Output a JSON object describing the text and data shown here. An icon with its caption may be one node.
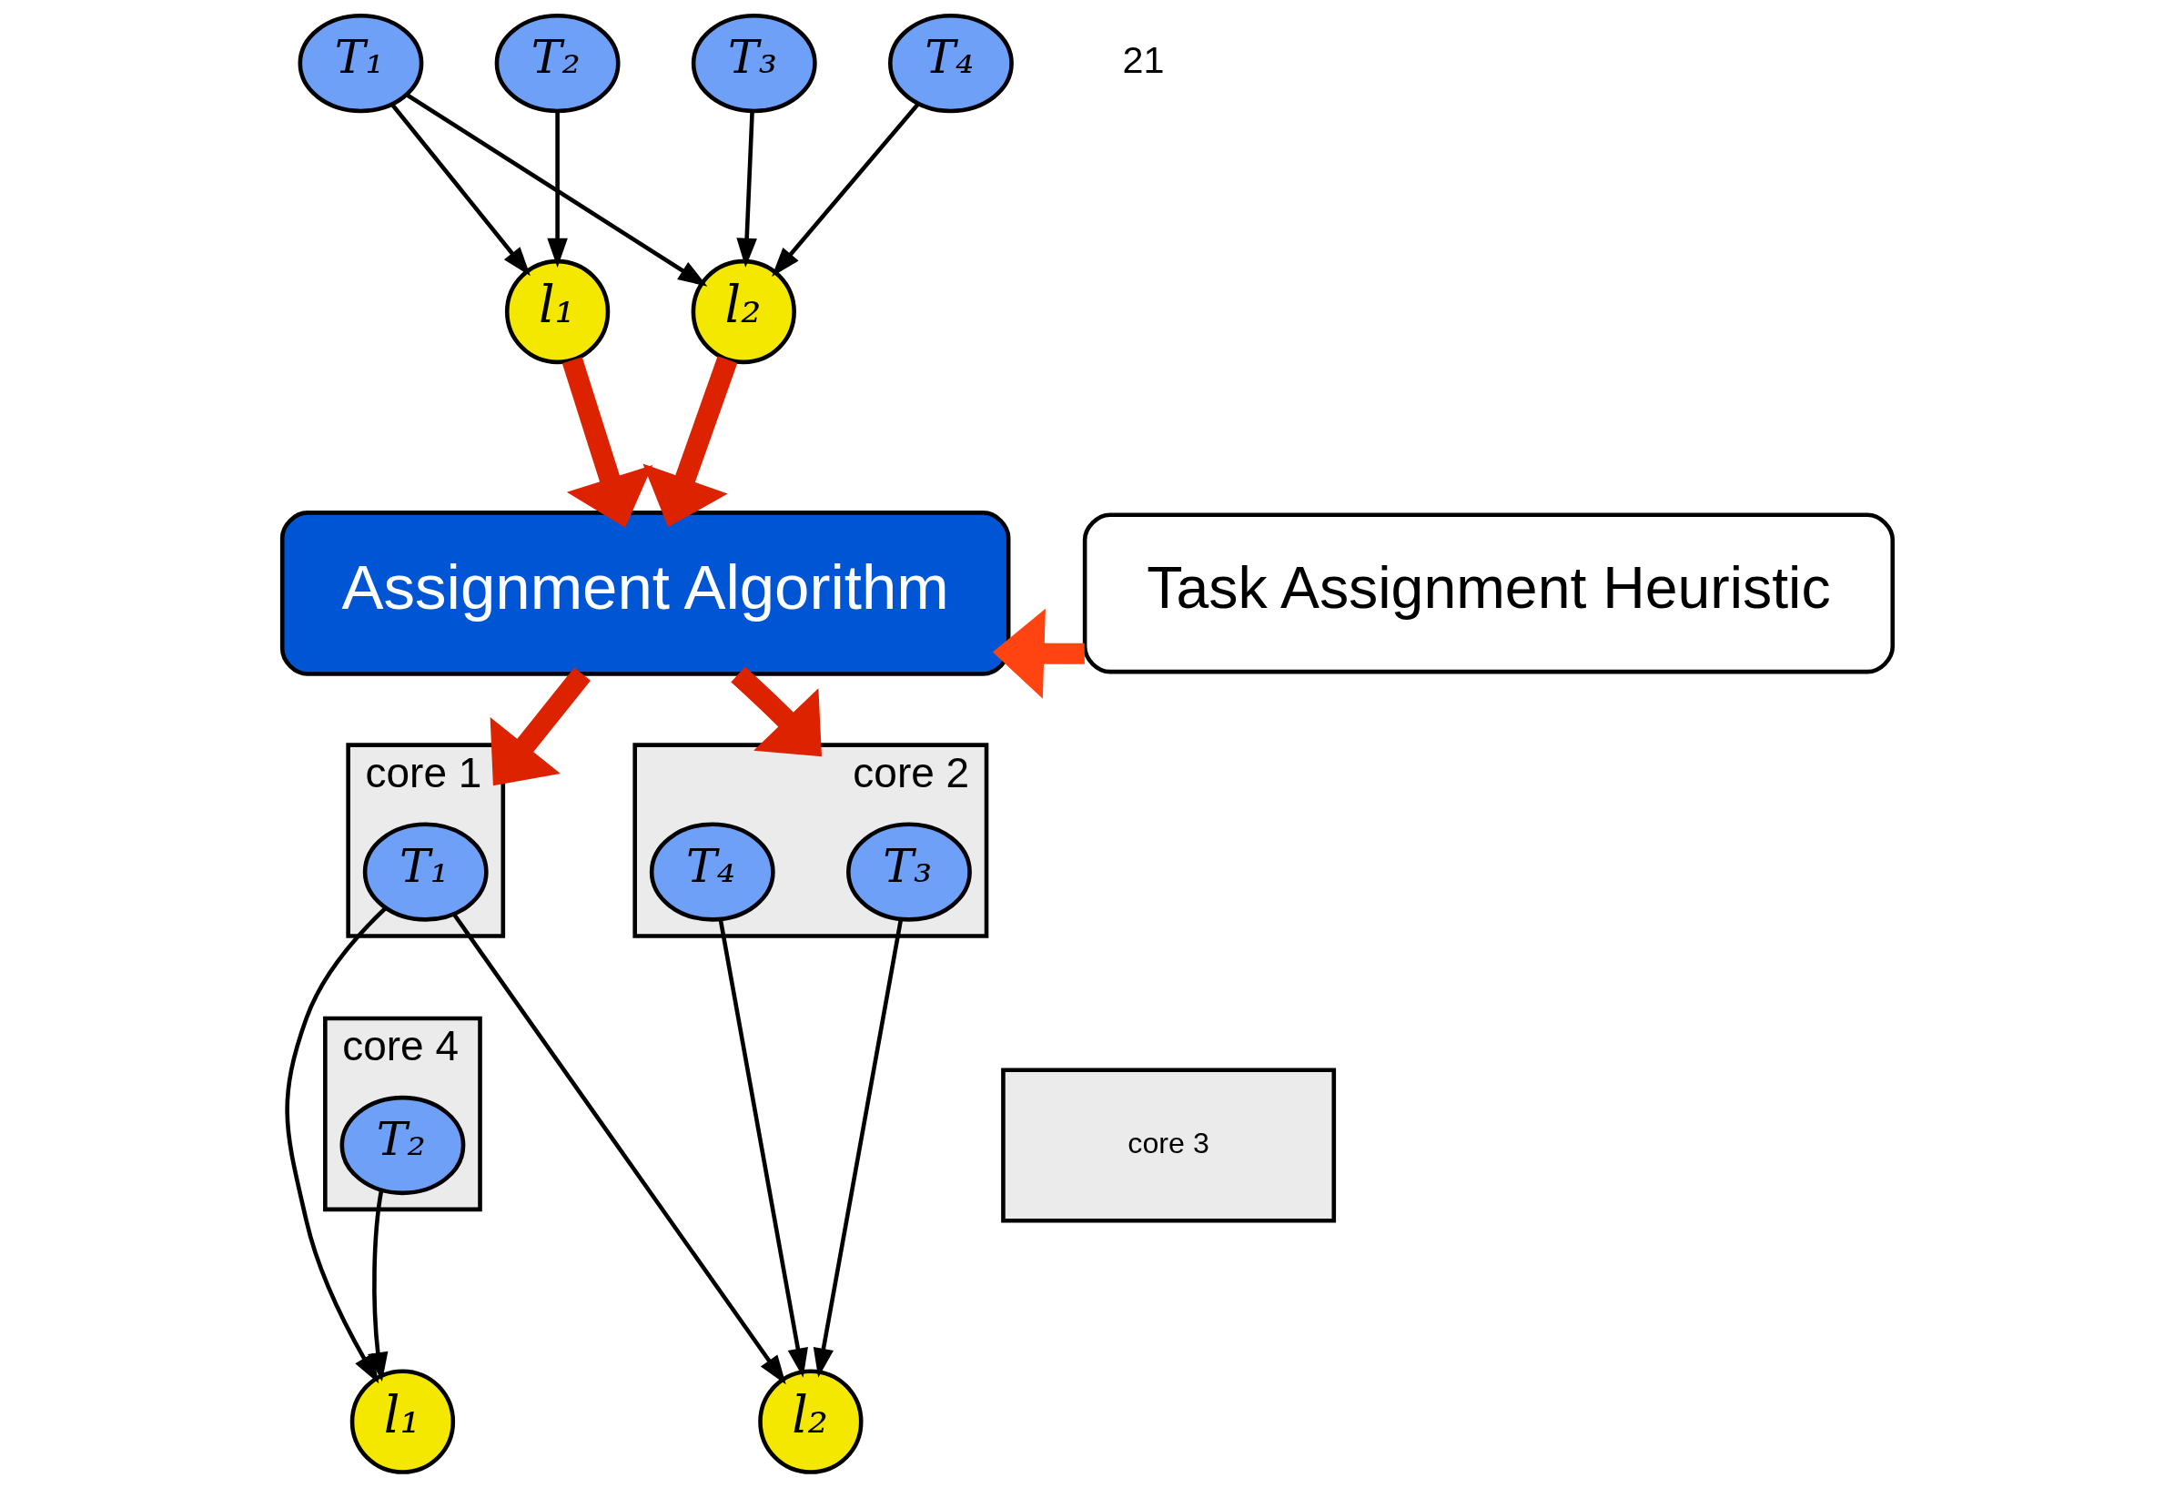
{
  "diagram": {
    "nodes": [
      {
        "text": [
          "T₁"
        ]
      },
      {
        "text": [
          "T₂"
        ]
      },
      {
        "text": [
          "T₃"
        ]
      },
      {
        "text": [
          "T₄"
        ]
      },
      {
        "text": [
          "l₁"
        ]
      },
      {
        "text": [
          "l₂"
        ]
      },
      {
        "text": [
          "Assignment Algorithm"
        ]
      },
      {
        "text": [
          "Task Assignment Heuristic"
        ]
      },
      {
        "text": [
          "core 1"
        ]
      },
      {
        "text": [
          "core 2"
        ]
      },
      {
        "text": [
          "core 4"
        ]
      },
      {
        "text": [
          "core 3"
        ]
      },
      {
        "text": [
          "T₁"
        ],
        "in": 8
      },
      {
        "text": [
          "T₃"
        ],
        "in": 9
      },
      {
        "text": [
          "T₄"
        ],
        "in": 9
      },
      {
        "text": [
          "T₂"
        ],
        "in": 10
      },
      {
        "text": [
          "l₁"
        ]
      },
      {
        "text": [
          "l₂"
        ]
      }
    ],
    "edges": [
      {
        "from": 0,
        "to": 4,
        "arrow": "to"
      },
      {
        "from": 0,
        "to": 5,
        "arrow": "to"
      },
      {
        "from": 1,
        "to": 4,
        "arrow": "to"
      },
      {
        "from": 2,
        "to": 5,
        "arrow": "to"
      },
      {
        "from": 3,
        "to": 5,
        "arrow": "to"
      },
      {
        "from": 4,
        "to": 6,
        "arrow": "to",
        "style": "thick",
        "color": "#dd2200"
      },
      {
        "from": 5,
        "to": 6,
        "arrow": "to",
        "style": "thick",
        "color": "#dd2200"
      },
      {
        "from": 6,
        "to": 8,
        "arrow": "to",
        "style": "thick",
        "color": "#dd2200"
      },
      {
        "from": 6,
        "to": 9,
        "arrow": "to",
        "style": "thick",
        "color": "#dd2200"
      },
      {
        "from": 7,
        "to": 6,
        "arrow": "to",
        "style": "thick",
        "color": "#ff4411"
      },
      {
        "from": 12,
        "to": 16,
        "arrow": "to"
      },
      {
        "from": 15,
        "to": 16,
        "arrow": "to"
      },
      {
        "from": 12,
        "to": 17,
        "arrow": "to"
      },
      {
        "from": 13,
        "to": 17,
        "arrow": "to"
      },
      {
        "from": 14,
        "to": 17,
        "arrow": "to"
      }
    ],
    "labels": [
      "21"
    ]
  }
}
